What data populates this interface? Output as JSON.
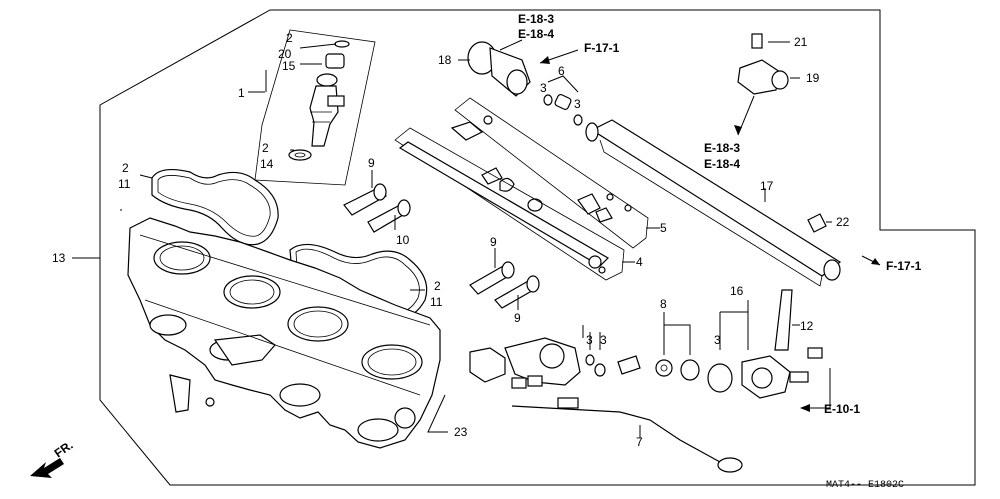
{
  "callouts": {
    "n1": "1",
    "n2a": "2",
    "n20": "20",
    "n15": "15",
    "n2b": "2",
    "n14": "14",
    "n2c": "2",
    "n11a": "11",
    "n13": "13",
    "n2d": "2",
    "n11b": "11",
    "n23": "23",
    "n7": "7",
    "n9a": "9",
    "n10": "10",
    "n9b": "9",
    "n9c": "9",
    "n5": "5",
    "n4": "4",
    "n18": "18",
    "n6": "6",
    "n3a": "3",
    "n3b": "3",
    "n3c": "3",
    "n3d": "3",
    "n3e": "3",
    "n8": "8",
    "n16": "16",
    "n12": "12",
    "n17": "17",
    "n22": "22",
    "n21": "21",
    "n19": "19"
  },
  "references": {
    "e183_top": "E-18-3",
    "e184_top": "E-18-4",
    "f171_top": "F-17-1",
    "e183_mid": "E-18-3",
    "e184_mid": "E-18-4",
    "f171_right": "F-17-1",
    "e101": "E-10-1"
  },
  "orientation": "FR.",
  "diagram_code": "MAT4-- E1802C"
}
